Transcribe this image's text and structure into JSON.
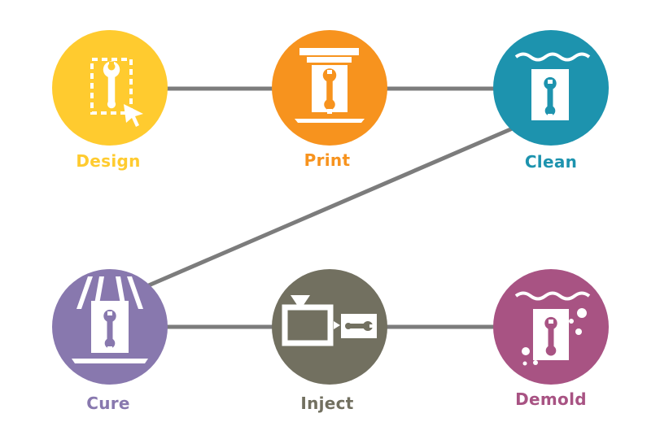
{
  "steps": [
    {
      "id": "design",
      "label": "Design",
      "color": "#FFCB2F",
      "icon": "selection-wrench-cursor-icon"
    },
    {
      "id": "print",
      "label": "Print",
      "color": "#F7931E",
      "icon": "printer-wrench-icon"
    },
    {
      "id": "clean",
      "label": "Clean",
      "color": "#1D93AE",
      "icon": "wash-wrench-icon"
    },
    {
      "id": "cure",
      "label": "Cure",
      "color": "#8878AE",
      "icon": "uv-lamp-wrench-icon"
    },
    {
      "id": "inject",
      "label": "Inject",
      "color": "#727060",
      "icon": "injection-machine-wrench-icon"
    },
    {
      "id": "demold",
      "label": "Demold",
      "color": "#A85383",
      "icon": "dissolve-bubbles-wrench-icon"
    }
  ],
  "connector_color": "#7C7C7C"
}
